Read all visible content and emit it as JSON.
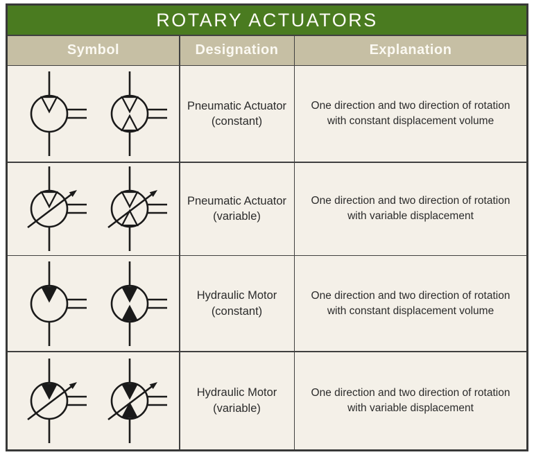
{
  "title": "ROTARY ACTUATORS",
  "columns": [
    "Symbol",
    "Designation",
    "Explanation"
  ],
  "colors": {
    "title_green": "#4a7b20",
    "header_tan": "#c6bfa4",
    "cell_cream": "#f4f0e8",
    "separator": "#3f3f3f",
    "outer_border": "#383838",
    "symbol_line": "#1a1a1a",
    "body_text": "#2b2b2b",
    "header_text": "#fbf9f2"
  },
  "rows": [
    {
      "designation": [
        "Pneumatic Actuator",
        "(constant)"
      ],
      "explanation": [
        "One direction and two direction of rotation",
        "with constant displacement volume"
      ],
      "symbols": [
        {
          "name": "pneumatic-actuator-one-direction-constant-icon",
          "filled": false,
          "bidirectional": false,
          "variable": false
        },
        {
          "name": "pneumatic-actuator-two-direction-constant-icon",
          "filled": false,
          "bidirectional": true,
          "variable": false
        }
      ]
    },
    {
      "designation": [
        "Pneumatic Actuator",
        "(variable)"
      ],
      "explanation": [
        "One direction and two direction of rotation",
        "with variable displacement"
      ],
      "symbols": [
        {
          "name": "pneumatic-actuator-one-direction-variable-icon",
          "filled": false,
          "bidirectional": false,
          "variable": true
        },
        {
          "name": "pneumatic-actuator-two-direction-variable-icon",
          "filled": false,
          "bidirectional": true,
          "variable": true
        }
      ]
    },
    {
      "designation": [
        "Hydraulic Motor",
        "(constant)"
      ],
      "explanation": [
        "One direction and two direction of rotation",
        "with constant displacement volume"
      ],
      "symbols": [
        {
          "name": "hydraulic-motor-one-direction-constant-icon",
          "filled": true,
          "bidirectional": false,
          "variable": false
        },
        {
          "name": "hydraulic-motor-two-direction-constant-icon",
          "filled": true,
          "bidirectional": true,
          "variable": false
        }
      ]
    },
    {
      "designation": [
        "Hydraulic Motor",
        "(variable)"
      ],
      "explanation": [
        "One direction and two direction of rotation",
        "with variable displacement"
      ],
      "symbols": [
        {
          "name": "hydraulic-motor-one-direction-variable-icon",
          "filled": true,
          "bidirectional": false,
          "variable": true
        },
        {
          "name": "hydraulic-motor-two-direction-variable-icon",
          "filled": true,
          "bidirectional": true,
          "variable": true
        }
      ]
    }
  ]
}
